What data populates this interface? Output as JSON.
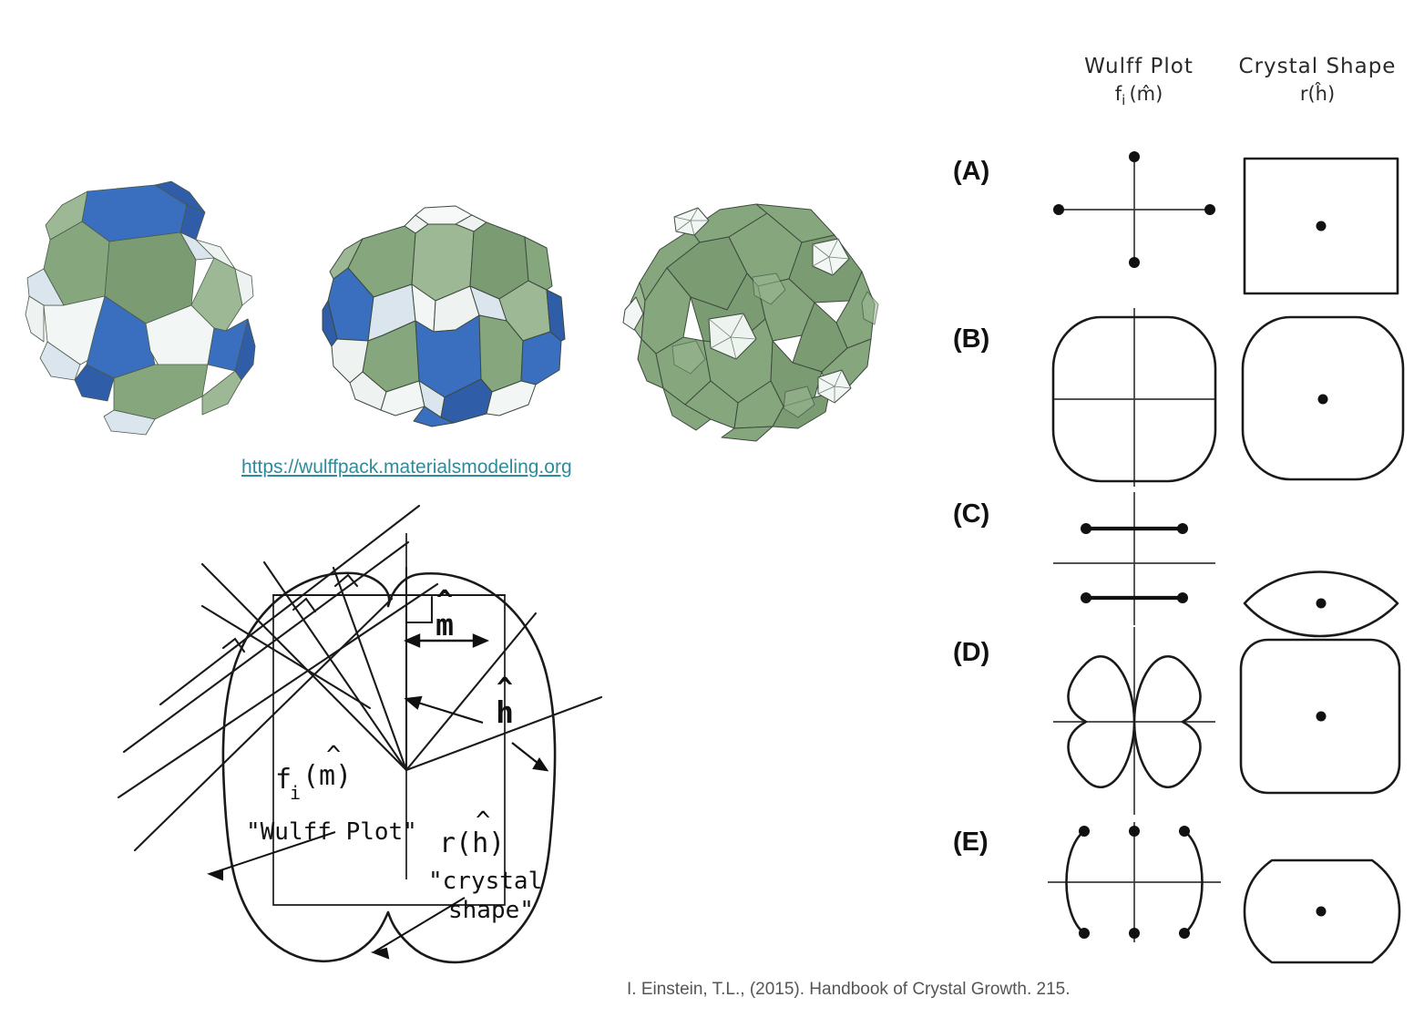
{
  "link": {
    "url_text": "https://wulffpack.materialsmodeling.org",
    "color": "#2e8b9c"
  },
  "caption": {
    "text": "I. Einstein, T.L., (2015). Handbook of Crystal Growth. 215."
  },
  "polyhedra": {
    "colors": {
      "green": "#86a77e",
      "green_light": "#9cb894",
      "green_dark": "#7b9c73",
      "blue": "#3a6fbf",
      "blue_dark": "#2f5da8",
      "white": "#f2f6f4",
      "white_blue": "#dbe5ee",
      "edge": "#3c4a3c"
    },
    "items": [
      {
        "name": "truncated-octahedron-blue-green",
        "caption": ""
      },
      {
        "name": "polyhedron-edged-blue-green",
        "caption": ""
      },
      {
        "name": "polyhedron-green-pentagonal-facets",
        "caption": ""
      }
    ]
  },
  "construction": {
    "labels": {
      "m_hat": "m",
      "h_hat": "h",
      "wulff_function": "f",
      "wulff_subscript": "i",
      "wulff_arg": "(m)",
      "wulff_quote": "\"Wulff Plot\"",
      "crystal_function": "r",
      "crystal_arg": "(h)",
      "crystal_quote_line1": "\"crystal",
      "crystal_quote_line2": "shape\""
    }
  },
  "table": {
    "headers": {
      "left_title": "Wulff Plot",
      "left_sub_fn": "f",
      "left_sub_i": "i",
      "left_sub_arg": "(m)",
      "right_title": "Crystal Shape",
      "right_sub_fn": "r",
      "right_sub_arg": "(h)"
    },
    "rows": [
      {
        "letter": "(A)",
        "wulff_type": "four-cusp-points-on-axes",
        "wulff_desc": "Four isolated points on the horizontal and vertical axes",
        "shape_type": "square",
        "shape_desc": "Square crystal shape with center dot"
      },
      {
        "letter": "(B)",
        "wulff_type": "rounded-square-closed-curve",
        "wulff_desc": "Closed rounded-square (superellipse) Wulff plot with crossed axes",
        "shape_type": "rounded-square",
        "shape_desc": "Rounded square crystal shape with center dot"
      },
      {
        "letter": "(C)",
        "wulff_type": "three-horizontal-segments",
        "wulff_desc": "Three horizontal line segments, upper and lower with endpoint dots",
        "shape_type": "lens",
        "shape_desc": "Lens / eye shaped crystal with center dot"
      },
      {
        "letter": "(D)",
        "wulff_type": "four-lobed-clover",
        "wulff_desc": "Four-lobed clover shaped Wulff plot with crossed axes",
        "shape_type": "rounded-square",
        "shape_desc": "Rounded square crystal shape with center dot"
      },
      {
        "letter": "(E)",
        "wulff_type": "two-arcs-and-points",
        "wulff_desc": "Two opposing arcs with endpoint dots plus two points on the vertical axis",
        "shape_type": "barrel-octagon",
        "shape_desc": "Barrel / flattened octagon crystal shape with center dot"
      }
    ]
  },
  "chart_data": {
    "type": "diagram",
    "title": "Wulff plots and corresponding equilibrium crystal shapes",
    "columns": [
      "Wulff Plot f_i(m̂)",
      "Crystal Shape r(ĥ)"
    ],
    "rows": [
      {
        "label": "(A)",
        "wulff": "four cusp points on axes",
        "shape": "square"
      },
      {
        "label": "(B)",
        "wulff": "rounded-square closed curve",
        "shape": "rounded square"
      },
      {
        "label": "(C)",
        "wulff": "three horizontal segments",
        "shape": "lens"
      },
      {
        "label": "(D)",
        "wulff": "four-lobed clover",
        "shape": "rounded square"
      },
      {
        "label": "(E)",
        "wulff": "two arcs plus axial points",
        "shape": "barrel octagon"
      }
    ]
  }
}
